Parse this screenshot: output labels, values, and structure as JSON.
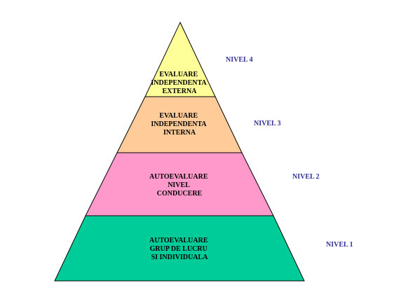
{
  "pyramid": {
    "tiers": [
      {
        "lines": [
          "EVALUARE",
          "INDEPENDENTA",
          "EXTERNA"
        ],
        "level_label": "NIVEL 4",
        "color": "#FFFF99"
      },
      {
        "lines": [
          "EVALUARE",
          "INDEPENDENTA",
          "INTERNA"
        ],
        "level_label": "NIVEL 3",
        "color": "#FFCC99"
      },
      {
        "lines": [
          "AUTOEVALUARE",
          "NIVEL",
          "CONDUCERE"
        ],
        "level_label": "NIVEL 2",
        "color": "#FF99CC"
      },
      {
        "lines": [
          "AUTOEVALUARE",
          "GRUP DE LUCRU",
          "SI INDIVIDUALA"
        ],
        "level_label": "NIVEL 1",
        "color": "#00CC99"
      }
    ],
    "level_label_color": "#333399",
    "outline_color": "#000000"
  }
}
